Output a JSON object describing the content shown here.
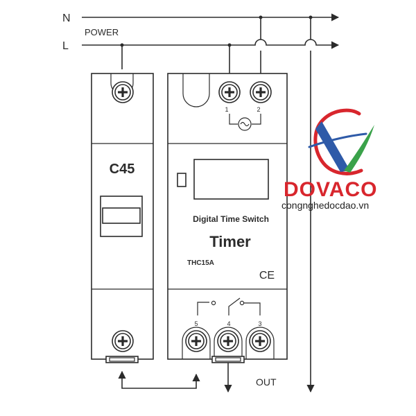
{
  "bus": {
    "n_label": "N",
    "l_label": "L",
    "power_label": "POWER",
    "out_label": "OUT"
  },
  "breaker": {
    "model": "C45"
  },
  "timer": {
    "title": "Digital Time Switch",
    "name": "Timer",
    "model": "THC15A",
    "mark": "CE",
    "input_terminals": [
      "1",
      "2"
    ],
    "output_terminals": [
      "5",
      "4",
      "3"
    ]
  },
  "logo": {
    "brand": "DOVACO",
    "website": "congnghedocdao.vn",
    "colors": {
      "red": "#d8262d",
      "green": "#3aa24a",
      "blue": "#2e5aa8"
    }
  }
}
